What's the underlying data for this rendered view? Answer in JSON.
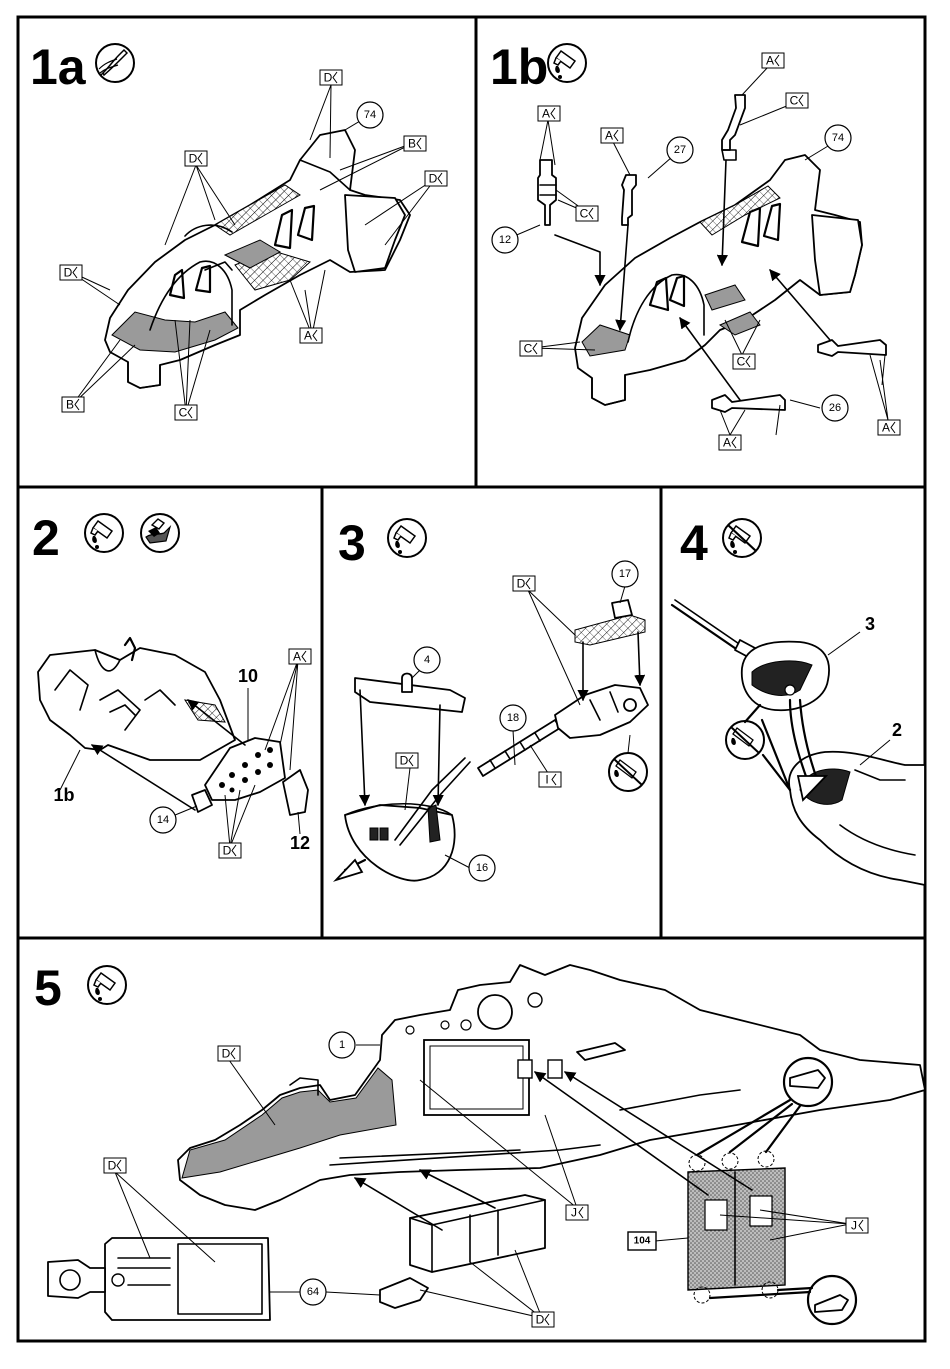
{
  "steps": [
    {
      "id": "1a",
      "label": "1a",
      "icon": "paint-brush-icon"
    },
    {
      "id": "1b",
      "label": "1b",
      "icon": "glue-tube-icon"
    },
    {
      "id": "2",
      "label": "2",
      "icon": "glue-tube-icon",
      "icon2": "decal-water-icon"
    },
    {
      "id": "3",
      "label": "3",
      "icon": "glue-tube-icon"
    },
    {
      "id": "4",
      "label": "4",
      "icon": "no-glue-icon"
    },
    {
      "id": "5",
      "label": "5",
      "icon": "glue-tube-icon"
    }
  ],
  "colors": {
    "line": "#000000",
    "background": "#ffffff",
    "shade": "#9a9a9a"
  },
  "part_numbers": {
    "p74a": "74",
    "p74b": "74",
    "p27": "27",
    "p12a": "12",
    "p26": "26",
    "p10": "10",
    "p14": "14",
    "p12b": "12",
    "sub1b": "1b",
    "p4": "4",
    "p17": "17",
    "p18": "18",
    "p16": "16",
    "p3": "3",
    "p2": "2",
    "p1": "1",
    "p64": "64",
    "p104": "104"
  },
  "paint_letters": {
    "s1a_d1": "D",
    "s1a_b1": "B",
    "s1a_d2": "D",
    "s1a_d3": "D",
    "s1a_d4": "D",
    "s1a_a1": "A",
    "s1a_b2": "B",
    "s1a_c1": "C",
    "s1b_a1": "A",
    "s1b_c1": "C",
    "s1b_a2": "A",
    "s1b_a3": "A",
    "s1b_c2": "C",
    "s1b_c3": "C",
    "s1b_c4": "C",
    "s1b_a4": "A",
    "s1b_a5": "A",
    "s2_a1": "A",
    "s2_d1": "D",
    "s3_d1": "D",
    "s3_d2": "D",
    "s3_i1": "I",
    "s5_d1": "D",
    "s5_d2": "D",
    "s5_j1": "J",
    "s5_j2": "J",
    "s5_d3": "D"
  }
}
